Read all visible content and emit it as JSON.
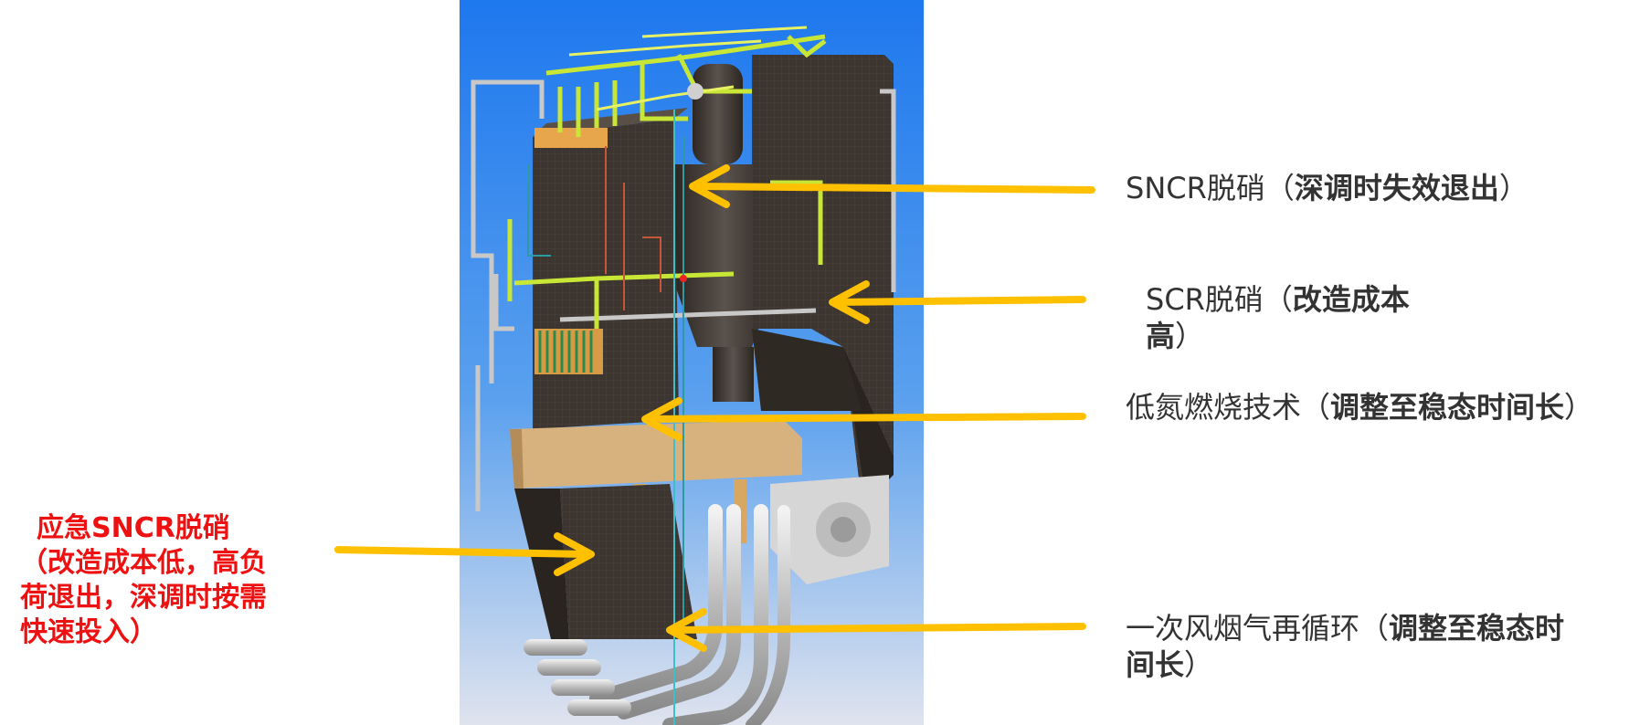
{
  "colors": {
    "arrow": "#ffc000",
    "text": "#333333",
    "emergency_text": "#ee1111",
    "sky_top": "#1e78ee",
    "sky_bottom": "#dfe3ee"
  },
  "labels": {
    "sncr": {
      "name": "SNCR脱硝",
      "note_open": "（",
      "note": "深调时失效退出",
      "note_close": "）"
    },
    "scr": {
      "name": "SCR脱硝",
      "note_open": "（",
      "note_line1": "改造成本",
      "note_line2": "高",
      "note_close": "）"
    },
    "low_nox": {
      "name": "低氮燃烧技术",
      "note_open": "（",
      "note": "调整至稳态时间长",
      "note_close": "）"
    },
    "fgr": {
      "name": "一次风烟气再循环",
      "note_open": "（",
      "note_line1": "调整至稳态时",
      "note_line2": "间长",
      "note_close": "）"
    },
    "emergency_sncr": {
      "line1": "应急SNCR脱硝",
      "line2": "（改造成本低，高负",
      "line3": "荷退出，深调时按需",
      "line4": "快速投入）"
    }
  }
}
